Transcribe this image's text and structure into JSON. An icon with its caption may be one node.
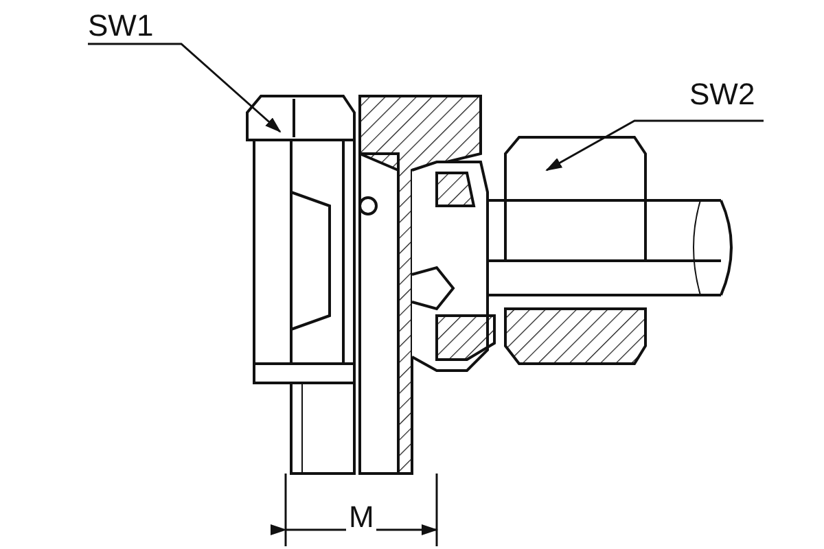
{
  "diagram": {
    "nodes": [
      {
        "text": [
          "SW1"
        ]
      },
      {
        "text": [],
        "shape": "box"
      },
      {
        "text": [
          "SW2"
        ]
      },
      {
        "text": [],
        "shape": "box"
      }
    ],
    "edges": [
      {
        "from": 0,
        "to": 1,
        "arrow": "to"
      },
      {
        "from": 2,
        "to": 3,
        "arrow": "to"
      }
    ],
    "labels": [
      "M"
    ]
  }
}
